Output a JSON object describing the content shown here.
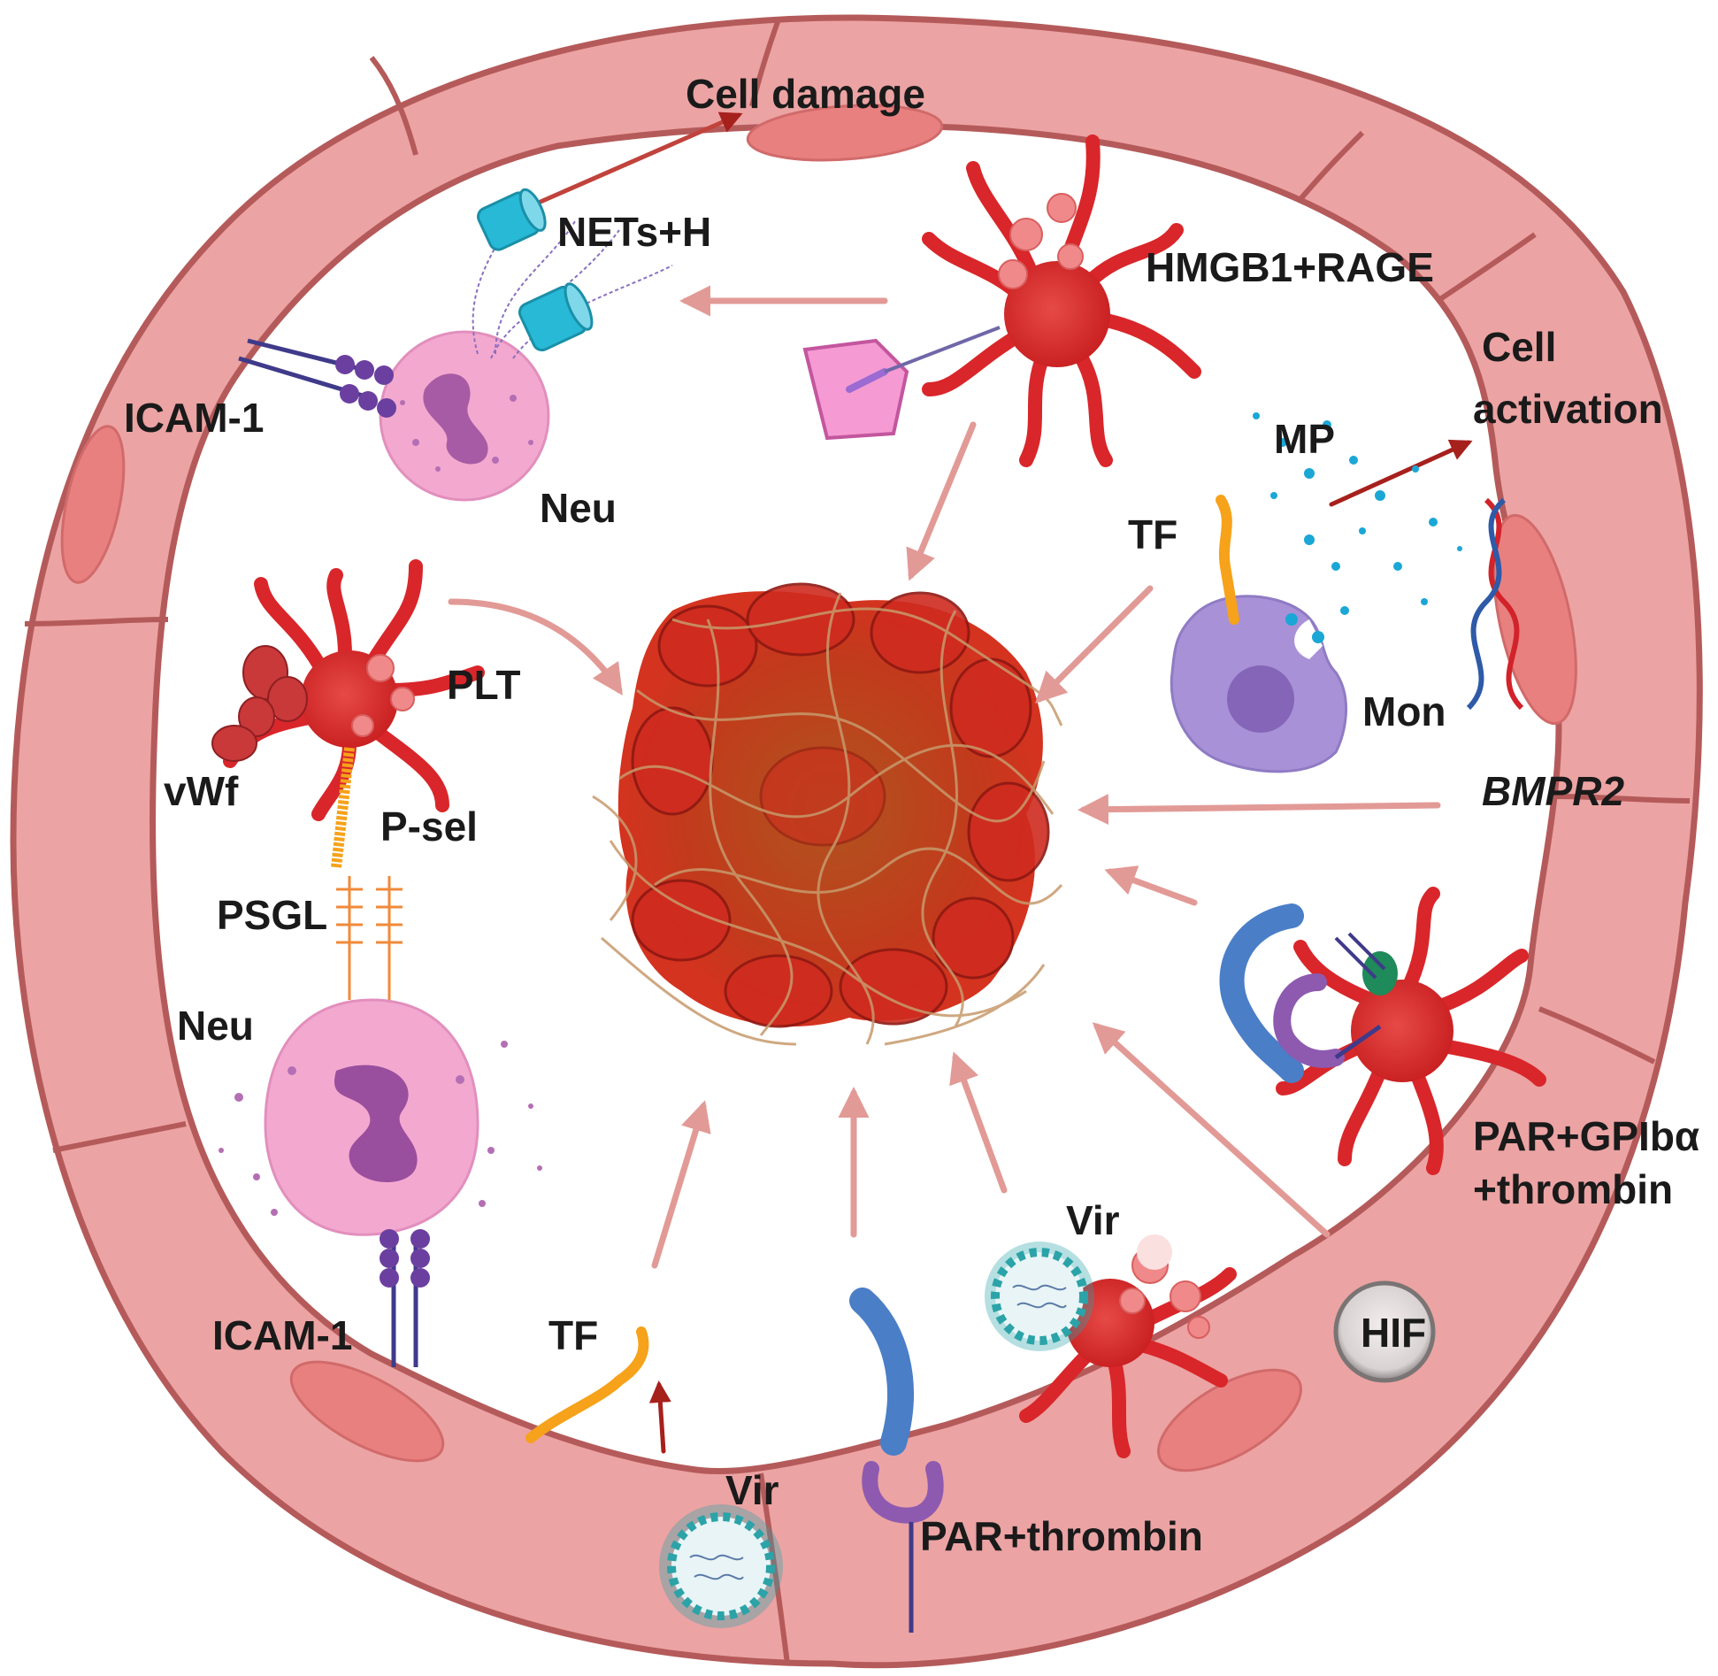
{
  "labels": {
    "cell_damage": "Cell damage",
    "nets_h": "NETs+H",
    "hmgb1_rage": "HMGB1+RAGE",
    "icam1_top": "ICAM-1",
    "neu_top": "Neu",
    "cell": "Cell",
    "activation": "activation",
    "mp": "MP",
    "tf_right": "TF",
    "plt": "PLT",
    "mon": "Mon",
    "vwf": "vWf",
    "p_sel": "P-sel",
    "bmpr2": "BMPR2",
    "psgl": "PSGL",
    "neu_bottom": "Neu",
    "par_gpiba": "PAR+GPIbα",
    "thrombin": "+thrombin",
    "vir_right": "Vir",
    "hif": "HIF",
    "icam1_bottom": "ICAM-1",
    "tf_bottom": "TF",
    "vir_bottom": "Vir",
    "par_thrombin": "PAR+thrombin"
  },
  "colors": {
    "vessel_wall": "#eca3a3",
    "vessel_outline": "#b55a5a",
    "nucleus_pink": "#e98080",
    "platelet_red": "#d9262a",
    "neutrophil_pink": "#f3a9cf",
    "neutrophil_nucleus": "#9a4e9e",
    "monocyte_purple": "#a891d6",
    "monocyte_nucleus": "#8465b8",
    "thrombus_red": "#c8281c",
    "fibrin_tan": "#c79a6c",
    "arrow_light": "#e29a96",
    "arrow_dark": "#a6201c",
    "tf_orange": "#f6a21a",
    "receptor_blue": "#4a7ec7",
    "receptor_purple": "#8d5ab0",
    "mp_dots": "#1aa7d6",
    "virus_teal": "#2ba3a8",
    "nets_cyan": "#27b9d6",
    "hif_grey": "#8a8585"
  },
  "icons": [
    "vessel-wall-icon",
    "thrombus-icon",
    "platelet-icon",
    "neutrophil-icon",
    "monocyte-icon",
    "virus-icon",
    "tissue-factor-icon",
    "receptor-icon",
    "dna-helix-icon",
    "histone-icon",
    "hif-icon"
  ]
}
